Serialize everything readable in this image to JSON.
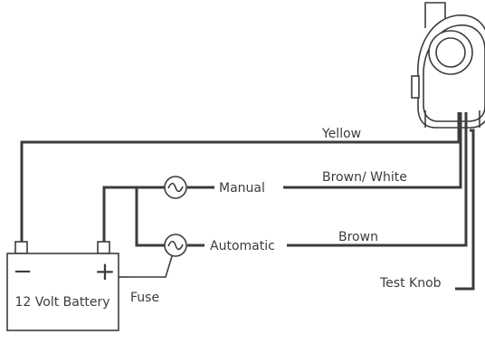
{
  "wires": {
    "yellow": "Yellow",
    "brown_white": "Brown/ White",
    "brown": "Brown"
  },
  "switches": {
    "manual": "Manual",
    "automatic": "Automatic"
  },
  "battery": {
    "label": "12 Volt Battery",
    "negative": "−",
    "positive": "+"
  },
  "fuse_label": "Fuse",
  "test_knob_label": "Test Knob",
  "colors": {
    "line": "#3c3c3c",
    "background": "#ffffff"
  }
}
